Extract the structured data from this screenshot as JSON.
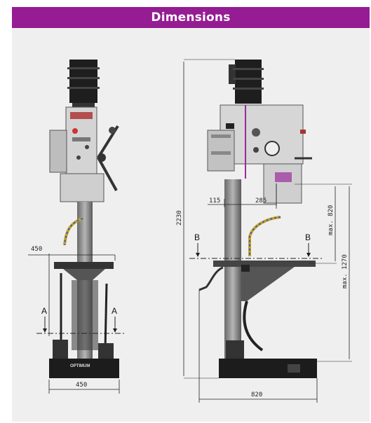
{
  "header": {
    "title": "Dimensions"
  },
  "front_view": {
    "dim_table_width": "450",
    "dim_base_width": "450",
    "section_left": "A",
    "section_right": "A",
    "brand": "OPTIMUM"
  },
  "side_view": {
    "dim_total_height": "2230",
    "dim_spindle_offset": "115",
    "dim_reach": "285",
    "dim_max_820": "max. 820",
    "dim_max_1270": "max. 1270",
    "dim_base_depth": "820",
    "section_left": "B",
    "section_right": "B"
  },
  "colors": {
    "header": "#951c92",
    "background": "#efefef",
    "accent": "#9a2c9a"
  }
}
